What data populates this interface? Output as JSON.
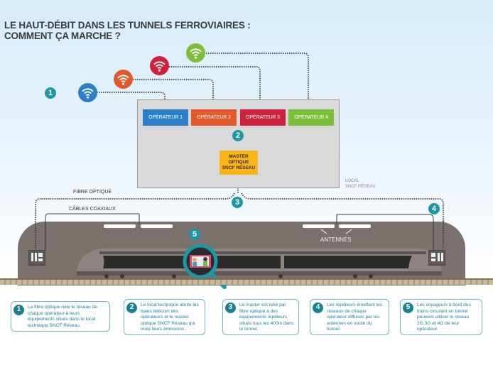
{
  "title": {
    "line1": "LE HAUT-DÉBIT DANS LES TUNNELS FERROVIAIRES :",
    "line2": "COMMENT ÇA MARCHE ?"
  },
  "colors": {
    "operator1": "#2a7fc8",
    "operator2": "#e2582a",
    "operator3": "#d0213b",
    "operator4": "#7cbf3b",
    "master": "#fbb519",
    "step_badge": "#1b97a6",
    "card_border": "#6cb9c4",
    "card_text": "#1a7f9a"
  },
  "wifi_icons": [
    {
      "name": "wifi-operator-1",
      "color": "#2a7fc8"
    },
    {
      "name": "wifi-operator-2",
      "color": "#e2582a"
    },
    {
      "name": "wifi-operator-3",
      "color": "#d0213b"
    },
    {
      "name": "wifi-operator-4",
      "color": "#7cbf3b"
    }
  ],
  "operators": [
    {
      "label": "OPÉRATEUR 1"
    },
    {
      "label": "OPÉRATEUR 2"
    },
    {
      "label": "OPÉRATEUR 3"
    },
    {
      "label": "OPÉRATEUR 4"
    }
  ],
  "master": {
    "line1": "MASTER",
    "line2": "OPTIQUE",
    "line3": "SNCF RÉSEAU"
  },
  "local_label": {
    "line1": "LOCAL",
    "line2": "SNCF RÉSEAU"
  },
  "labels": {
    "fibre": "FIBRE OPTIQUE",
    "coax": "CÂBLES COAXIAUX",
    "antennes": "ANTENNES"
  },
  "step_numbers": [
    "1",
    "2",
    "3",
    "4",
    "5"
  ],
  "cards": [
    {
      "num": "1",
      "text": "La fibre optique relie le réseau de chaque opérateur à leurs équipements situés dans le local technique SNCF Réseau."
    },
    {
      "num": "2",
      "text": "Le local technique abrite les baies télécom des opérateurs et le master optique SNCF Réseau qui mixe leurs émissions."
    },
    {
      "num": "3",
      "text": "Le master est relié par fibre optique à des équipements répéteurs situés tous les 400m dans le tunnel."
    },
    {
      "num": "4",
      "text": "Les répéteurs émettent les réseaux de chaque opérateur diffusés par les antennes en voute du tunnel."
    },
    {
      "num": "5",
      "text": "Les voyageurs à bord des trains circulant en tunnel peuvent utiliser le réseau 2G,3G et 4G de leur opérateur."
    }
  ]
}
